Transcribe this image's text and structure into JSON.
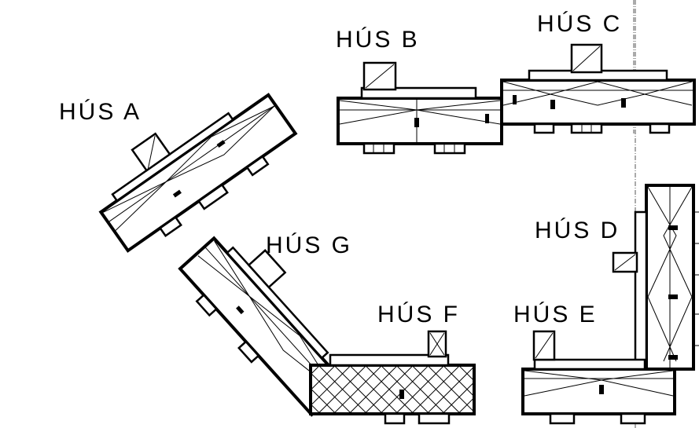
{
  "buildings": [
    {
      "id": "A",
      "label": "HÚS A"
    },
    {
      "id": "B",
      "label": "HÚS B"
    },
    {
      "id": "C",
      "label": "HÚS C"
    },
    {
      "id": "D",
      "label": "HÚS D"
    },
    {
      "id": "E",
      "label": "HÚS E"
    },
    {
      "id": "F",
      "label": "HÚS F"
    },
    {
      "id": "G",
      "label": "HÚS G"
    }
  ]
}
